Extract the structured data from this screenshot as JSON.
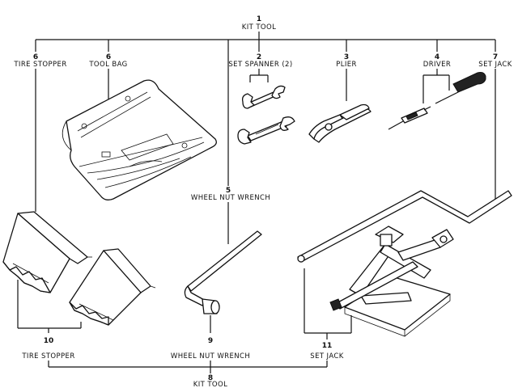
{
  "callouts": {
    "kit_tool_top": {
      "number": "1",
      "label": "KIT TOOL"
    },
    "set_spanner": {
      "number": "2",
      "label": "SET SPANNER (2)"
    },
    "plier": {
      "number": "3",
      "label": "PLIER"
    },
    "driver": {
      "number": "4",
      "label": "DRIVER"
    },
    "wheel_nut_wrench_top": {
      "number": "5",
      "label": "WHEEL NUT WRENCH"
    },
    "tire_stopper_top": {
      "number": "6",
      "label": "TIRE STOPPER"
    },
    "tool_bag": {
      "number": "6",
      "label": "TOOL BAG"
    },
    "set_jack_top": {
      "number": "7",
      "label": "SET JACK"
    },
    "kit_tool_bottom": {
      "number": "8",
      "label": "KIT TOOL"
    },
    "wheel_nut_wrench_bottom": {
      "number": "9",
      "label": "WHEEL NUT WRENCH"
    },
    "tire_stopper_bottom": {
      "number": "10",
      "label": "TIRE STOPPER"
    },
    "set_jack_bottom": {
      "number": "11",
      "label": "SET JACK"
    }
  }
}
